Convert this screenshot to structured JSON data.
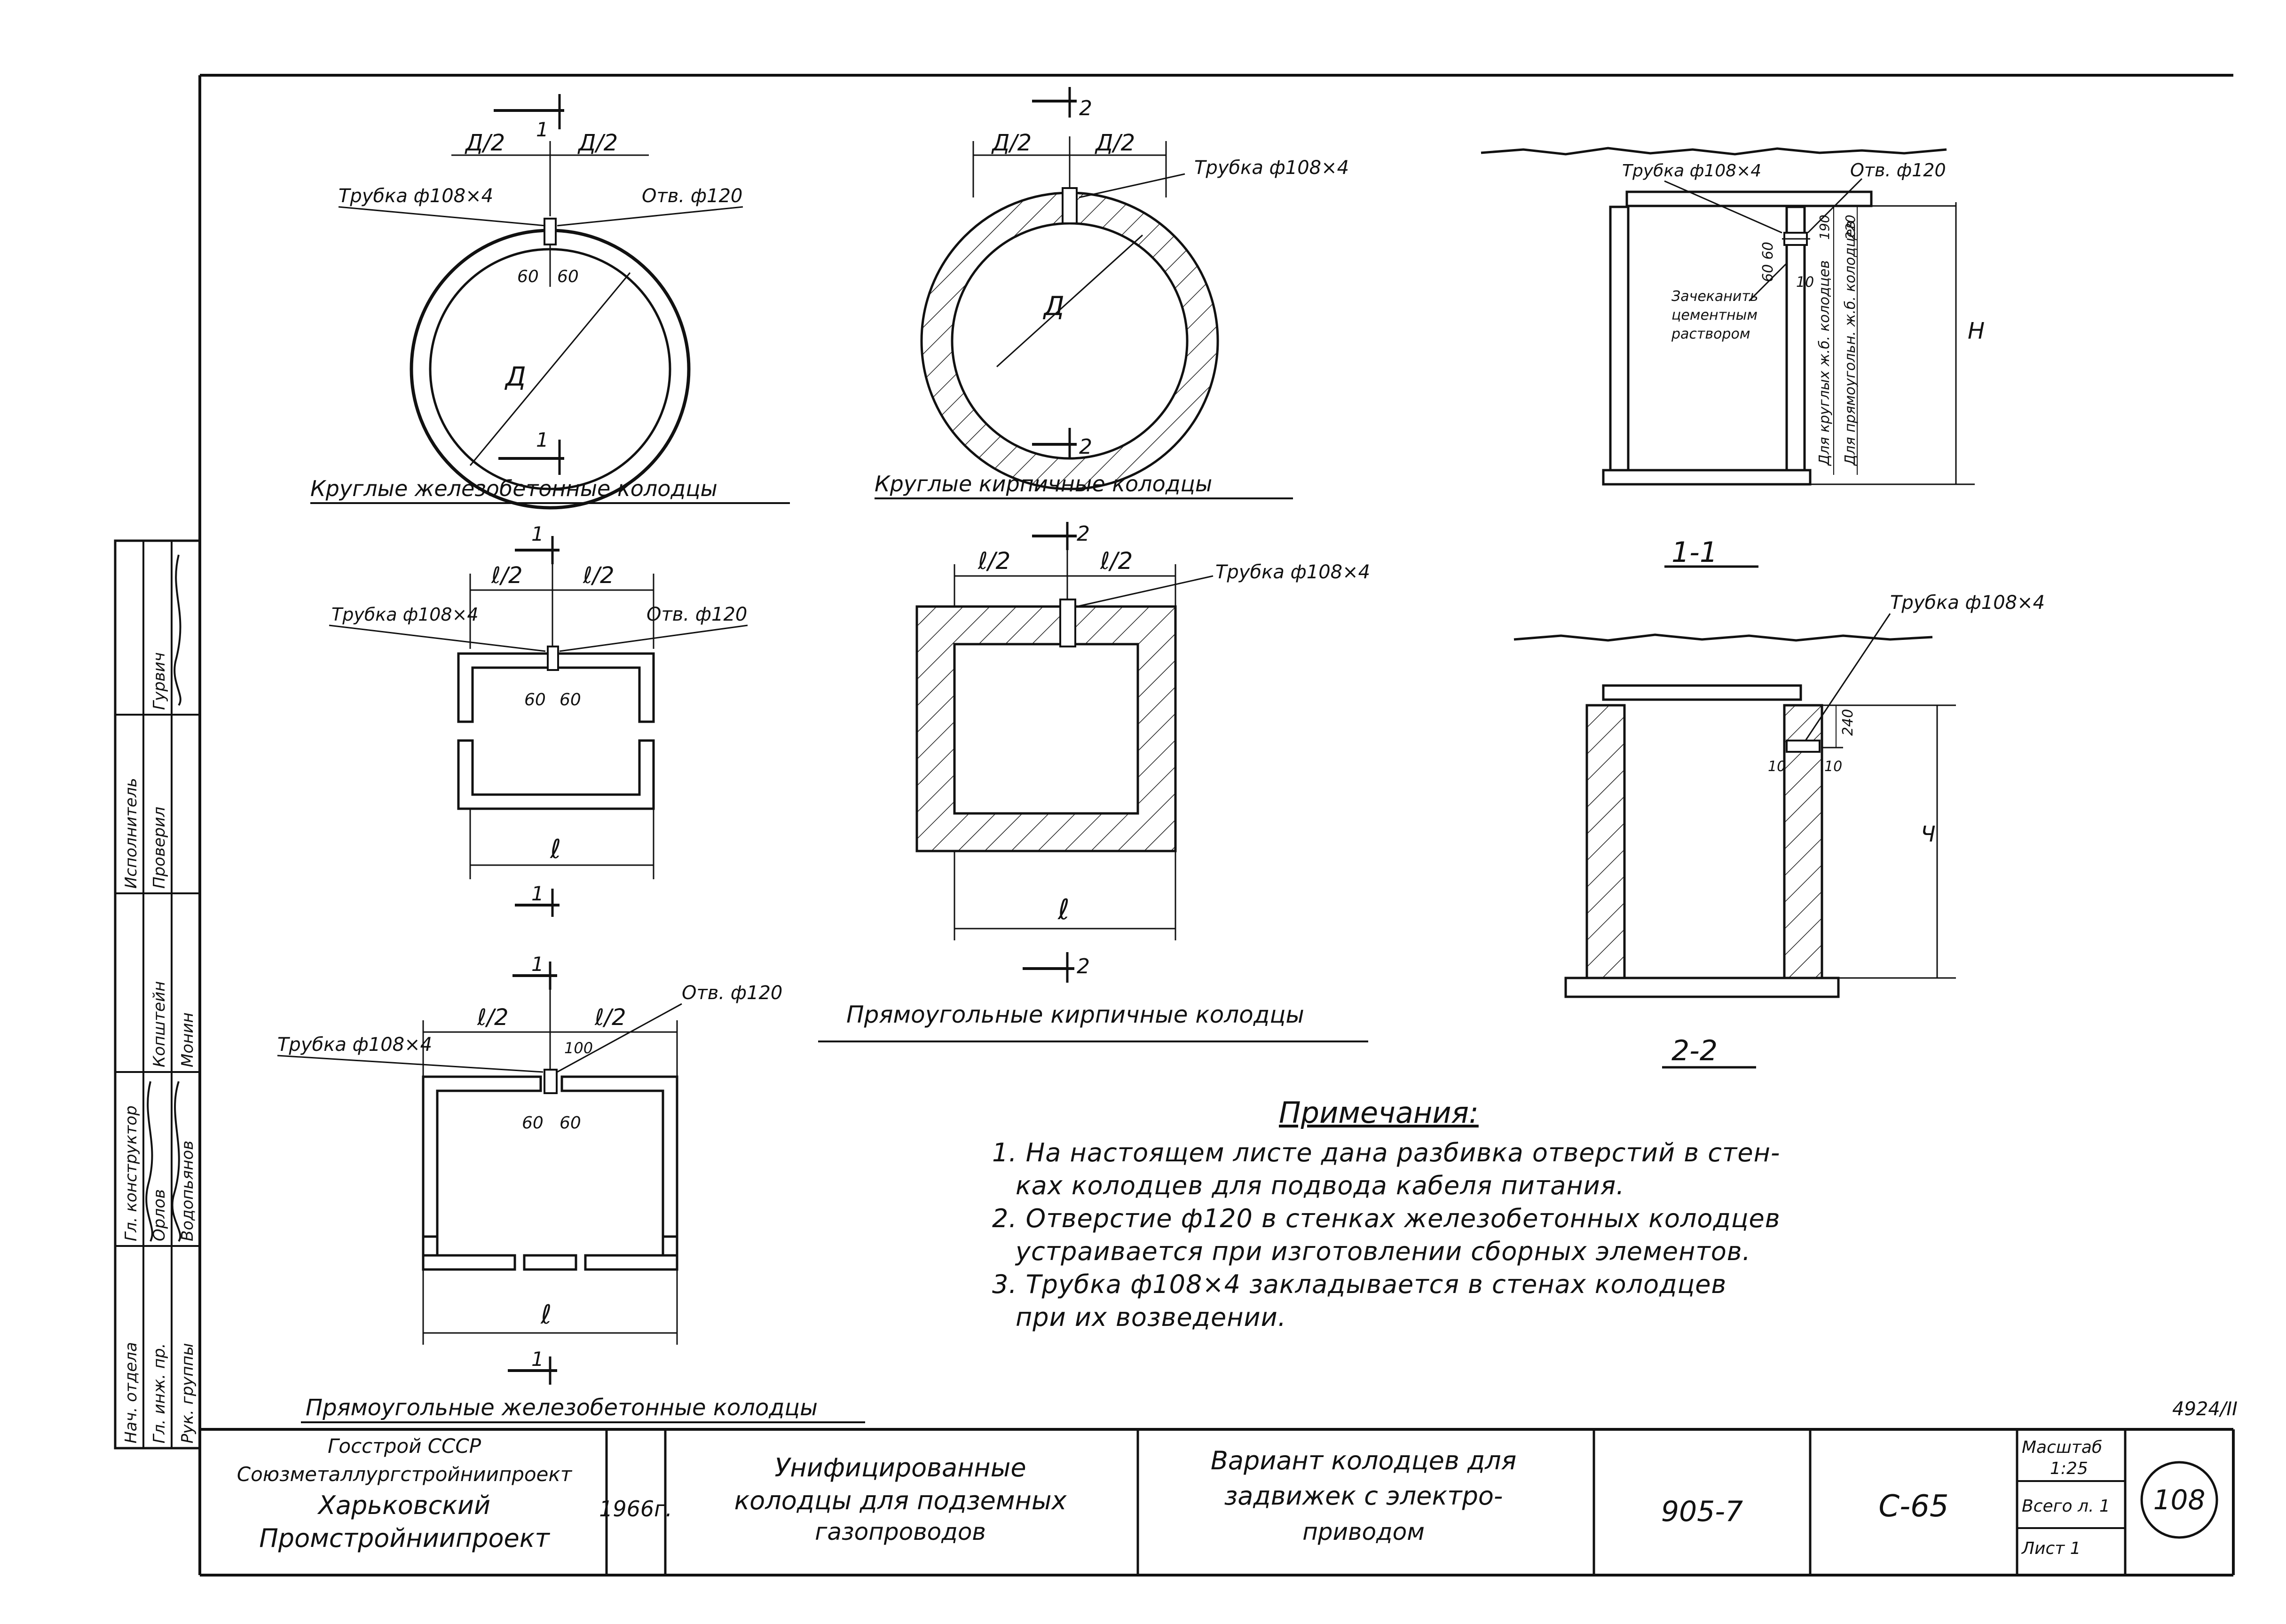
{
  "drawings": {
    "round_rc": {
      "title": "Круглые железобетонные колодцы",
      "tube_label": "Трубка ф108×4",
      "hole_label": "Отв. ф120",
      "half_left": "Д/2",
      "half_right": "Д/2",
      "dim_60a": "60",
      "dim_60b": "60",
      "diameter": "Д",
      "section_num_top": "1",
      "section_num_bottom": "1"
    },
    "round_brick": {
      "title": "Круглые кирпичные колодцы",
      "tube_label": "Трубка ф108×4",
      "half_left": "Д/2",
      "half_right": "Д/2",
      "diameter": "Д",
      "section_num_top": "2",
      "section_num_bottom": "2"
    },
    "rect_rc_small": {
      "tube_label": "Трубка ф108×4",
      "hole_label": "Отв. ф120",
      "half_left": "ℓ/2",
      "half_right": "ℓ/2",
      "dim_60a": "60",
      "dim_60b": "60",
      "length": "ℓ",
      "section_num_top": "1",
      "section_num_bottom": "1"
    },
    "rect_brick": {
      "title": "Прямоугольные кирпичные колодцы",
      "tube_label": "Трубка ф108×4",
      "half_left": "ℓ/2",
      "half_right": "ℓ/2",
      "length": "ℓ",
      "section_num_top": "2",
      "section_num_bottom": "2"
    },
    "rect_rc_large": {
      "title": "Прямоугольные железобетонные колодцы",
      "tube_label": "Трубка ф108×4",
      "hole_label": "Отв. ф120",
      "half_left": "ℓ/2",
      "half_right": "ℓ/2",
      "dim_100": "100",
      "dim_60a": "60",
      "dim_60b": "60",
      "length": "ℓ",
      "section_num_top": "1",
      "section_num_bottom": "1"
    },
    "section_1": {
      "title": "1-1",
      "tube_label": "Трубка ф108×4",
      "hole_label": "Отв. ф120",
      "seal_note_1": "Зачеканить",
      "seal_note_2": "цементным",
      "seal_note_3": "раствором",
      "dims_60": "60 60",
      "dim_190": "190",
      "dim_220": "220",
      "dim_10": "10",
      "vertical_1": "Для круглых ж.б. колодцев",
      "vertical_2": "Для прямоугольн. ж.б. колодцев",
      "height": "Н"
    },
    "section_2": {
      "title": "2-2",
      "tube_label": "Трубка ф108×4",
      "dim_240": "240",
      "dim_10a": "10",
      "dim_10b": "10",
      "height": "Ч"
    }
  },
  "notes": {
    "title": "Примечания:",
    "lines": [
      "1. На настоящем листе дана разбивка отверстий в стен-",
      "ках колодцев для подвода кабеля питания.",
      "2. Отверстие ф120 в стенках железобетонных колодцев",
      "устраивается при изготовлении сборных элементов.",
      "3. Трубка ф108×4 закладывается в стенах колодцев",
      "при их возведении."
    ]
  },
  "side_stamp": {
    "roles": [
      "Нач. отдела",
      "Гл. конструктор",
      "Гл. инж. пр.",
      "Рук. группы"
    ],
    "names": [
      "Орлов",
      "Водопьянов",
      "Копштейн",
      "Монин"
    ],
    "top_roles": [
      "Исполнитель",
      "Проверил"
    ],
    "top_names": [
      "Гурвич"
    ]
  },
  "title_block": {
    "org_1": "Госстрой СССР",
    "org_2": "Союзметаллургстройниипроект",
    "org_3": "Харьковский",
    "org_4": "Промстройниипроект",
    "year": "1966г.",
    "series_title_1": "Унифицированные",
    "series_title_2": "колодцы для подземных",
    "series_title_3": "газопроводов",
    "sheet_title_1": "Вариант колодцев для",
    "sheet_title_2": "задвижек с электро-",
    "sheet_title_3": "приводом",
    "code": "905-7",
    "sheet_code": "С-65",
    "scale_label": "Масштаб",
    "scale_value": "1:25",
    "total_sheets": "Всего л. 1",
    "sheet_num": "Лист 1",
    "page_num": "108",
    "archive_num": "4924/II"
  }
}
